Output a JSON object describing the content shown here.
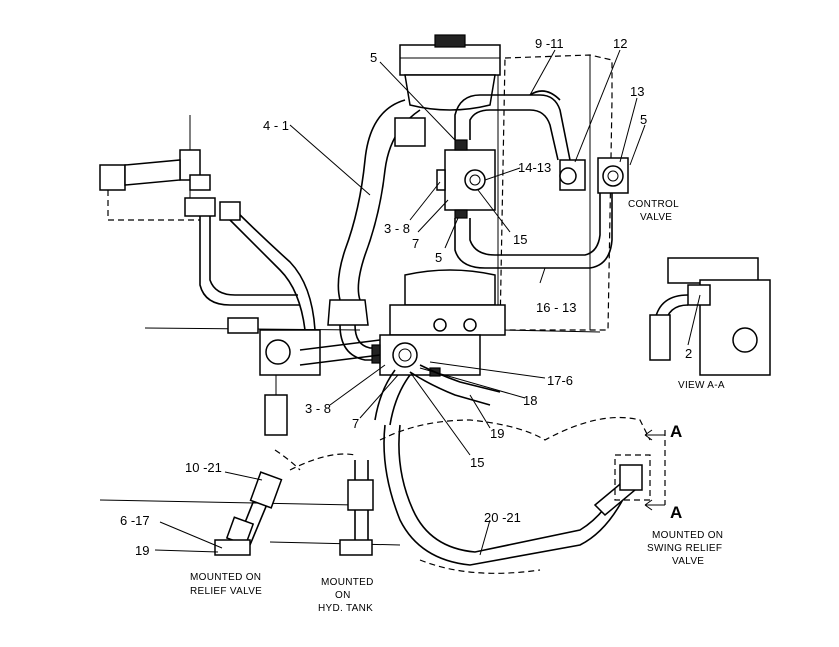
{
  "labels": {
    "l_5_top": "5",
    "l_9_11": "9 -11",
    "l_12": "12",
    "l_13": "13",
    "l_5_right": "5",
    "l_4_1": "4 - 1",
    "l_14_13": "14-13",
    "l_control": "CONTROL",
    "l_valve": "VALVE",
    "l_3_8_top": "3 - 8",
    "l_7_top": "7",
    "l_15_top": "15",
    "l_5_mid": "5",
    "l_16_13": "16 - 13",
    "l_2": "2",
    "l_view": "VIEW  A-A",
    "l_17_6": "17-6",
    "l_18": "18",
    "l_3_8_bot": "3 - 8",
    "l_7_bot": "7",
    "l_19_mid": "19",
    "l_15_bot": "15",
    "l_A_top": "A",
    "l_A_bot": "A",
    "l_10_21": "10 -21",
    "l_20_21": "20 -21",
    "l_6_17": "6 -17",
    "l_19_bot": "19",
    "l_mounted_on_1": "MOUNTED ON",
    "l_relief_valve": "RELIEF VALVE",
    "l_mounted_2": "MOUNTED",
    "l_on_2": "ON",
    "l_hyd_tank": "HYD. TANK",
    "l_mounted_on_3": "MOUNTED ON",
    "l_swing_relief": "SWING RELIEF",
    "l_valve_3": "VALVE"
  }
}
